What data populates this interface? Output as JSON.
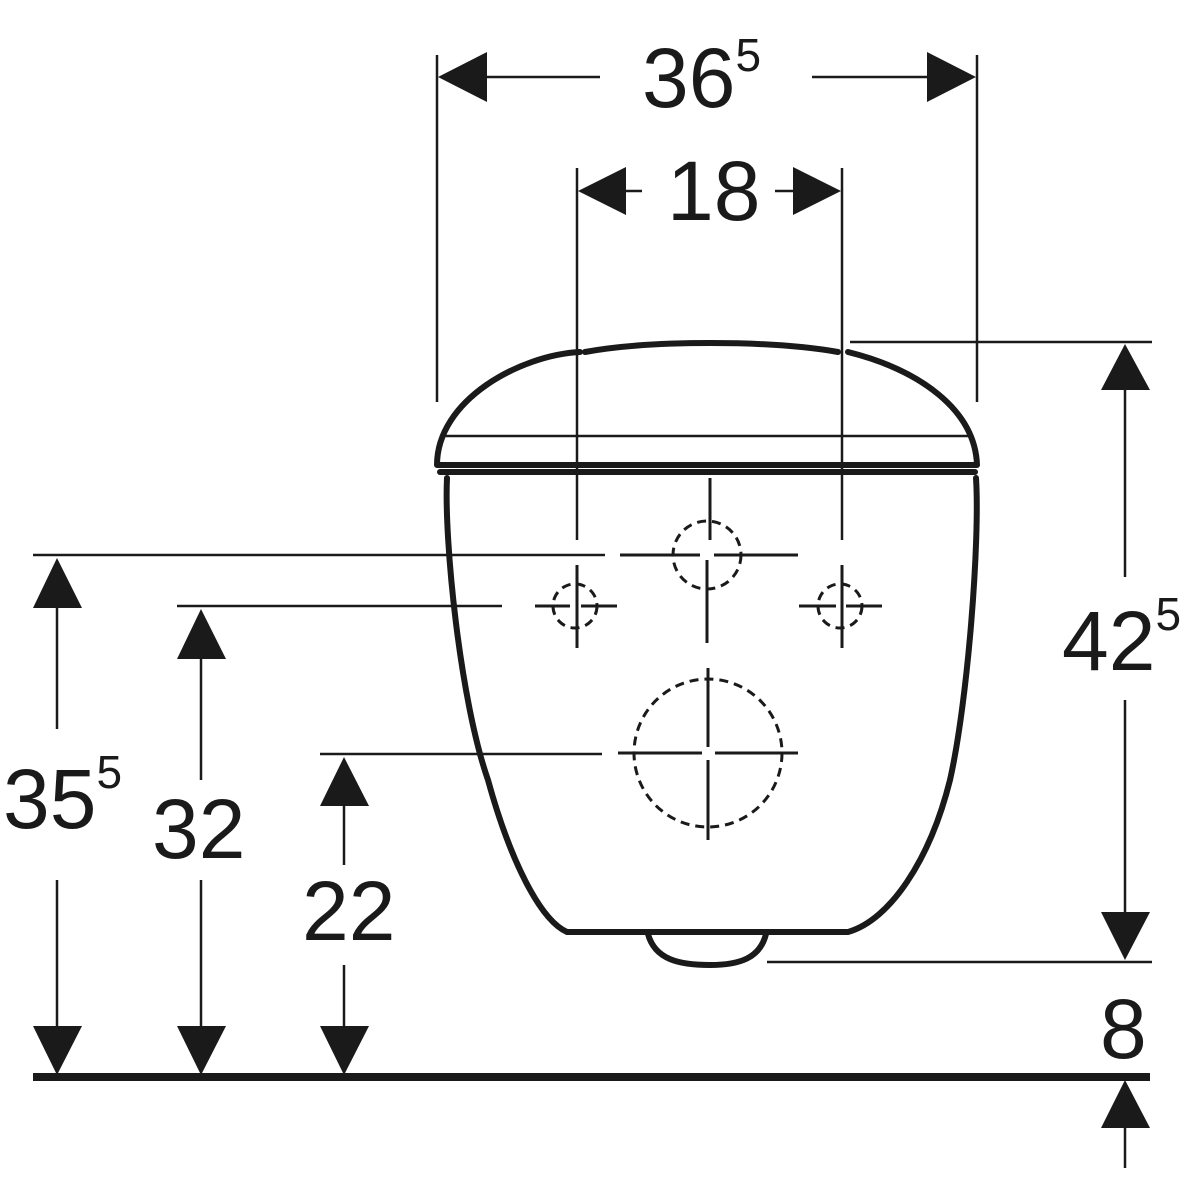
{
  "diagram": {
    "type": "technical-dimension-drawing",
    "subject": "wall-hung toilet, front view",
    "stroke_color": "#1a1a1a",
    "background": "#ffffff"
  },
  "dimensions": {
    "overall_width": {
      "main": "36",
      "sup": "5",
      "value": 36.5
    },
    "fixing_spacing": {
      "main": "18",
      "value": 18
    },
    "total_height": {
      "main": "42",
      "sup": "5",
      "value": 42.5
    },
    "floor_clearance": {
      "main": "8",
      "value": 8
    },
    "water_inlet_height": {
      "main": "35",
      "sup": "5",
      "value": 35.5
    },
    "fixing_bolt_height": {
      "main": "32",
      "value": 32
    },
    "drain_outlet_height": {
      "main": "22",
      "value": 22
    }
  },
  "features": {
    "water_inlet": "water-inlet-dashed-circle",
    "fixing_bolts": [
      "left-fixing-bolt",
      "right-fixing-bolt"
    ],
    "drain_outlet": "drain-outlet-dashed-circle"
  }
}
